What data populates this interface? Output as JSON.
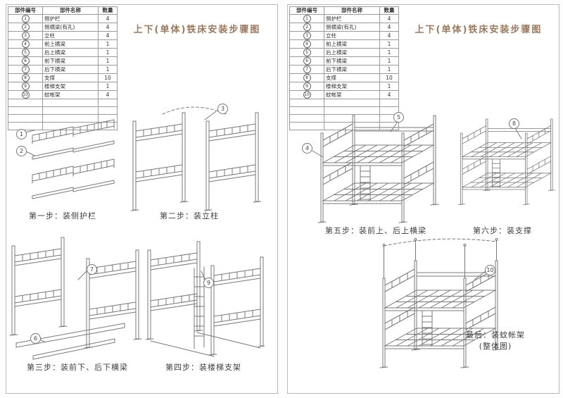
{
  "title": "上下(单体)铁床安装步骤图",
  "parts_table": {
    "headers": [
      "部件编号",
      "部件名称",
      "数量"
    ],
    "rows": [
      {
        "id": "1",
        "name": "侧护栏",
        "qty": "4"
      },
      {
        "id": "2",
        "name": "侧横梁(有孔)",
        "qty": "4"
      },
      {
        "id": "3",
        "name": "立柱",
        "qty": "4"
      },
      {
        "id": "4",
        "name": "前上横梁",
        "qty": "1"
      },
      {
        "id": "5",
        "name": "后上横梁",
        "qty": "1"
      },
      {
        "id": "6",
        "name": "前下横梁",
        "qty": "1"
      },
      {
        "id": "7",
        "name": "后下横梁",
        "qty": "1"
      },
      {
        "id": "8",
        "name": "支撑",
        "qty": "10"
      },
      {
        "id": "9",
        "name": "楼梯支架",
        "qty": "1"
      },
      {
        "id": "10",
        "name": "蚊帐架",
        "qty": "4"
      },
      {
        "id": "",
        "name": "",
        "qty": ""
      },
      {
        "id": "",
        "name": "",
        "qty": ""
      },
      {
        "id": "",
        "name": "",
        "qty": ""
      },
      {
        "id": "",
        "name": "",
        "qty": ""
      }
    ]
  },
  "steps": {
    "step1": {
      "label": "第一步：装侧护栏",
      "callouts": [
        "1",
        "2"
      ]
    },
    "step2": {
      "label": "第二步：装立柱",
      "callouts": [
        "3"
      ]
    },
    "step3": {
      "label": "第三步：装前下、后下横梁",
      "callouts": [
        "7",
        "6"
      ]
    },
    "step4": {
      "label": "第四步：装楼梯支架",
      "callouts": [
        "9"
      ]
    },
    "step5": {
      "label": "第五步：装前上、后上横梁",
      "callouts": [
        "4",
        "5"
      ]
    },
    "step6": {
      "label": "第六步：装支撑",
      "callouts": [
        "8"
      ]
    },
    "final": {
      "label": "最后：装蚊帐架",
      "sublabel": "(整体图)",
      "callouts": [
        "10"
      ]
    }
  },
  "colors": {
    "title": "#9a7a5f",
    "label": "#3f3f3f",
    "line": "#787878",
    "border": "#b9b9b9"
  }
}
